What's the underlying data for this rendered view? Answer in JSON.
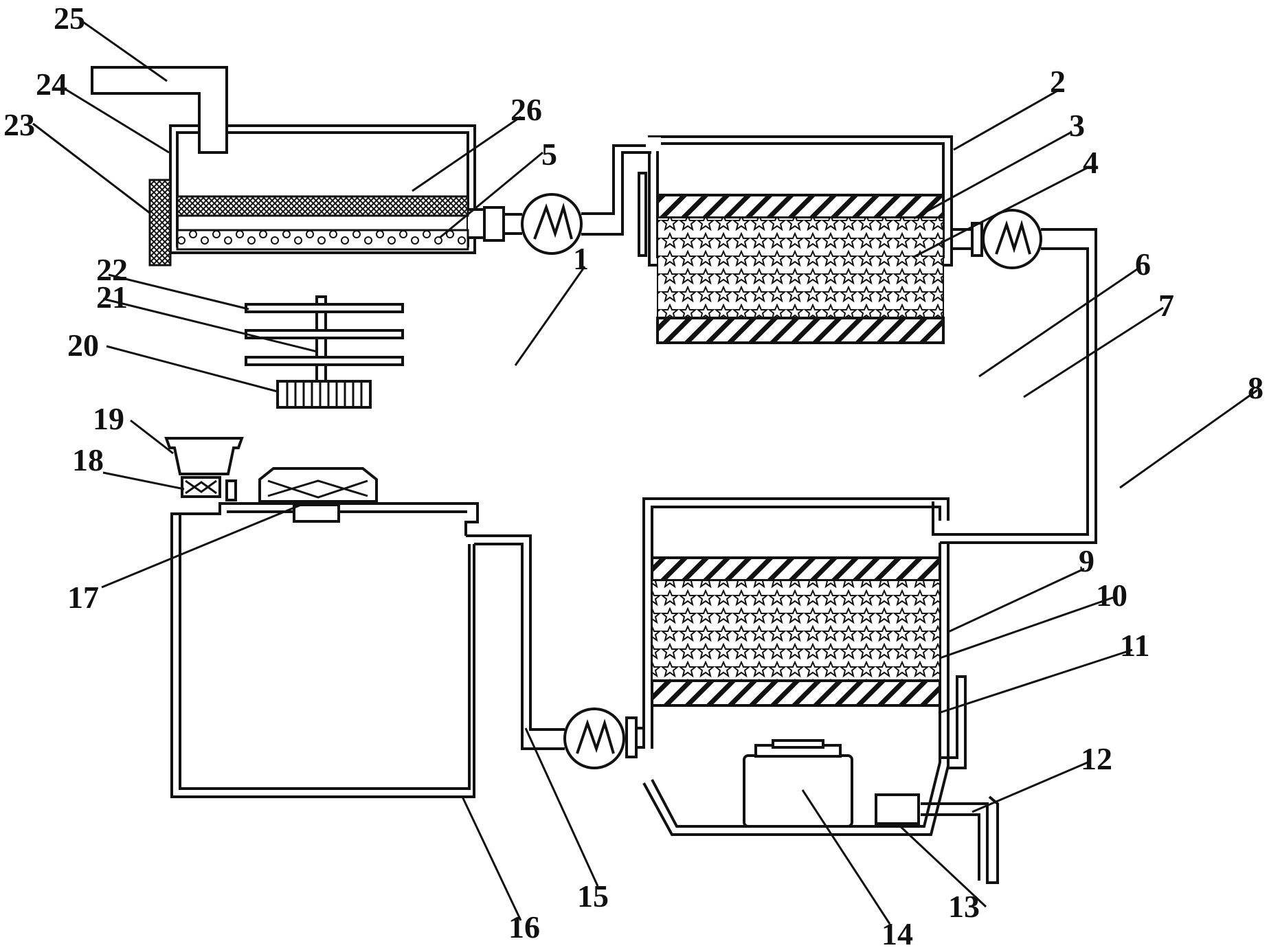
{
  "labels": {
    "l1": "1",
    "l2": "2",
    "l3": "3",
    "l4": "4",
    "l5": "5",
    "l6": "6",
    "l7": "7",
    "l8": "8",
    "l9": "9",
    "l10": "10",
    "l11": "11",
    "l12": "12",
    "l13": "13",
    "l14": "14",
    "l15": "15",
    "l16": "16",
    "l17": "17",
    "l18": "18",
    "l19": "19",
    "l20": "20",
    "l21": "21",
    "l22": "22",
    "l23": "23",
    "l24": "24",
    "l25": "25",
    "l26": "26"
  },
  "colors": {
    "line": "#111111",
    "background": "#ffffff"
  }
}
